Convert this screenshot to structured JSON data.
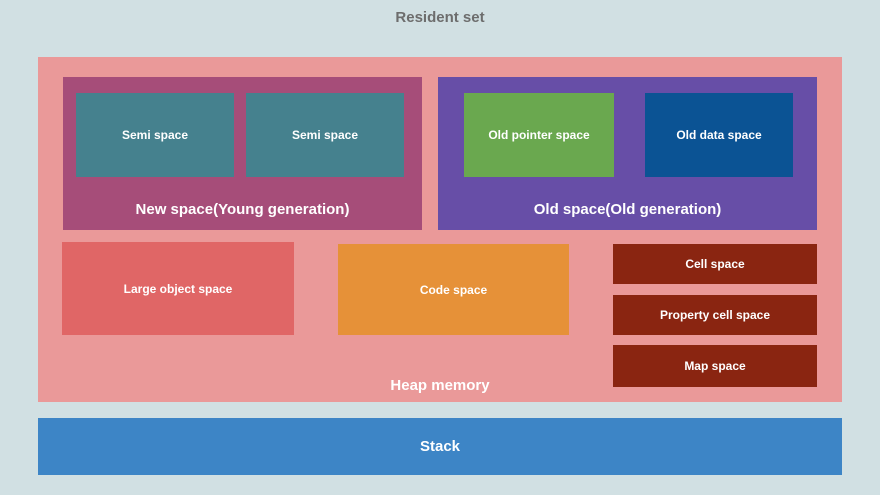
{
  "title": "Resident set",
  "colors": {
    "background": "#d1e0e3",
    "title_text": "#6d6d6d",
    "heap": "#ea9999",
    "new_space": "#a64d79",
    "semi_space": "#45818e",
    "old_space": "#674ea7",
    "old_pointer_space": "#6aa84f",
    "old_data_space": "#0b5394",
    "large_object_space": "#e06666",
    "code_space": "#e69138",
    "cell_space": "#8a2511",
    "stack": "#3d85c6",
    "label_text": "#ffffff"
  },
  "heap": {
    "label": "Heap memory",
    "new_space": {
      "label": "New space(Young generation)",
      "children": [
        "Semi space",
        "Semi space"
      ]
    },
    "old_space": {
      "label": "Old space(Old generation)",
      "children": [
        "Old pointer space",
        "Old data space"
      ]
    },
    "large_object_label": "Large object space",
    "code_space_label": "Code space",
    "cell_spaces": [
      "Cell space",
      "Property cell space",
      "Map space"
    ]
  },
  "stack": {
    "label": "Stack"
  }
}
